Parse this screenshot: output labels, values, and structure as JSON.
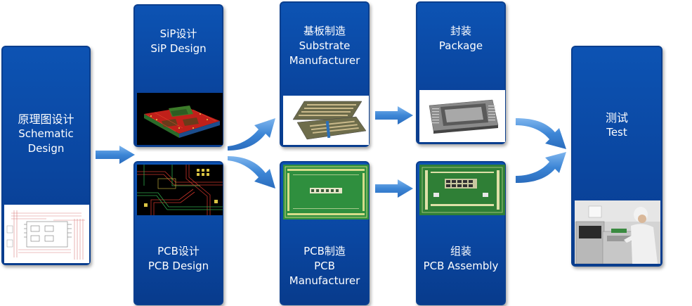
{
  "stages": {
    "schematic": {
      "zh": "原理图设计",
      "en1": "Schematic",
      "en2": "Design"
    },
    "sip": {
      "zh": "SiP设计",
      "en1": "SiP Design"
    },
    "pcb_design": {
      "zh": "PCB设计",
      "en1": "PCB Design"
    },
    "substrate": {
      "zh": "基板制造",
      "en1": "Substrate",
      "en2": "Manufacturer"
    },
    "pcb_mfg": {
      "zh": "PCB制造",
      "en1": "PCB",
      "en2": "Manufacturer"
    },
    "package": {
      "zh": "封装",
      "en1": "Package"
    },
    "assembly": {
      "zh": "组装",
      "en1": "PCB Assembly"
    },
    "test": {
      "zh": "测试",
      "en1": "Test"
    }
  },
  "colors": {
    "box_blue": "#0a46a0",
    "arrow_blue": "#4a90d9",
    "text": "#ffffff"
  }
}
